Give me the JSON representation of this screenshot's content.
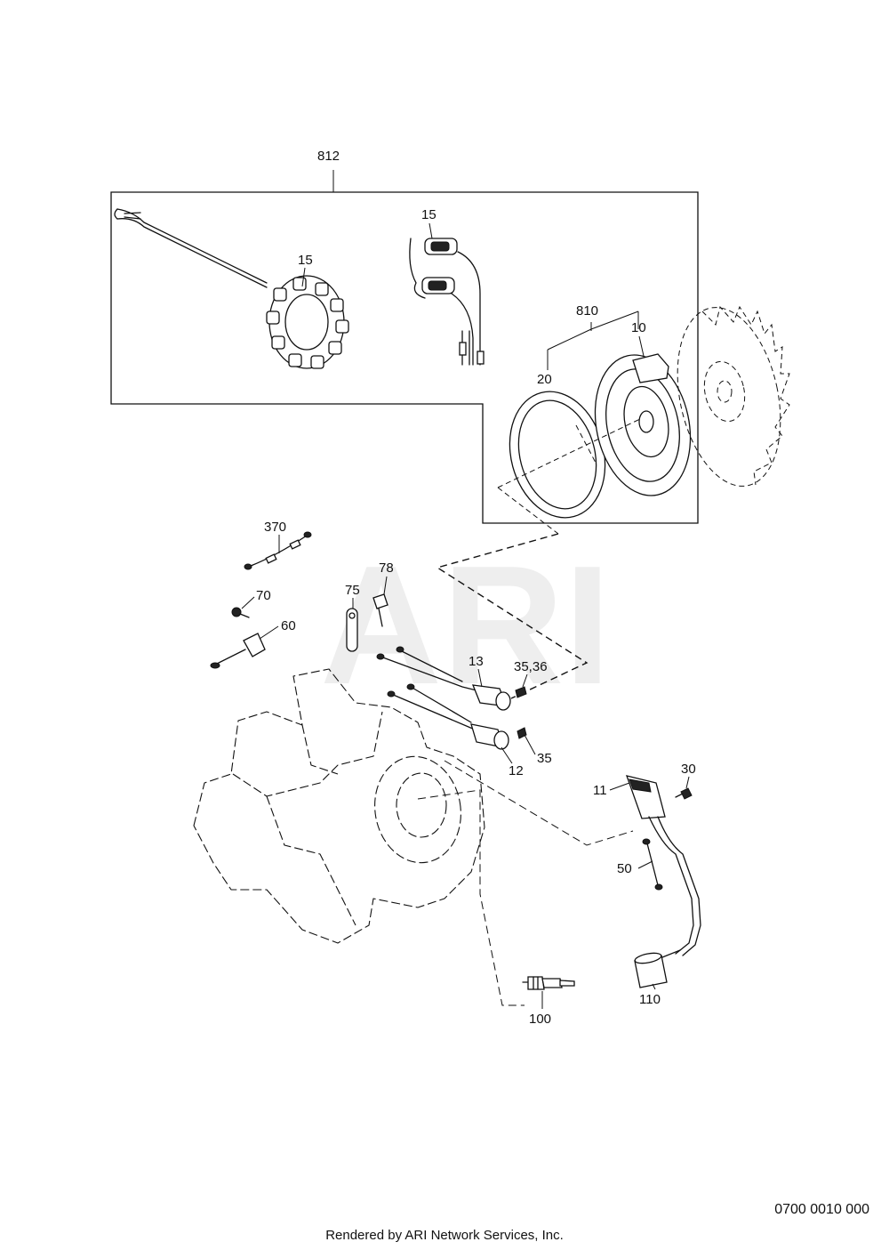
{
  "watermark": "ARI",
  "assembly_label": "812",
  "subassembly_label": "810",
  "part_labels": {
    "stator_coil": "15",
    "charge_coil": "15",
    "flywheel_magnet": "10",
    "ring_gear": "20",
    "wire_harness": "370",
    "clamp_screw": "70",
    "clamp": "60",
    "wire_clip": "75",
    "bolt": "78",
    "ignition_coil_upper": "13",
    "ignition_coil_lower": "12",
    "coil_bolt_upper": "35,36",
    "coil_bolt_lower": "35",
    "ignition_unit": "11",
    "unit_screw": "30",
    "ground_lead": "50",
    "plug_cap": "110",
    "spark_plug": "100"
  },
  "footer": {
    "credit": "Rendered by ARI Network Services, Inc.",
    "diagram_code": "0700 0010 000"
  }
}
